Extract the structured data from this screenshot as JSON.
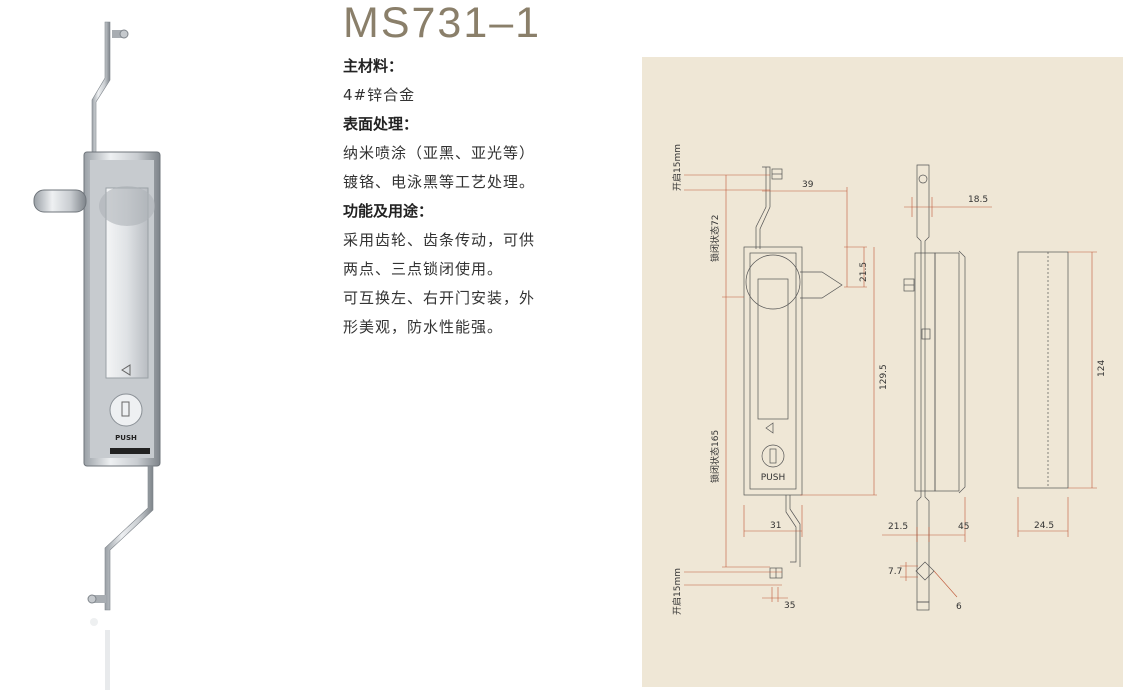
{
  "title": "MS731–1",
  "spec": {
    "material_heading": "主材料：",
    "material_value": "4#锌合金",
    "surface_heading": "表面处理：",
    "surface_line1": "纳米喷涂（亚黑、亚光等）",
    "surface_line2": "镀铬、电泳黑等工艺处理。",
    "function_heading": "功能及用途：",
    "function_line1": "采用齿轮、齿条传动，可供",
    "function_line2": "两点、三点锁闭使用。",
    "function_line3": "可互换左、右开门安装，外",
    "function_line4": "形美观，防水性能强。"
  },
  "photo": {
    "push_label": "PUSH"
  },
  "drawing": {
    "push_label": "PUSH",
    "label_open_top": "开启15mm",
    "label_open_bottom": "开启15mm",
    "label_locked_72": "锁闭状态72",
    "label_locked_165": "锁闭状态165",
    "dim_39": "39",
    "dim_21_5_top": "21.5",
    "dim_129_5": "129.5",
    "dim_31": "31",
    "dim_35": "35",
    "dim_18_5": "18.5",
    "dim_21_5_bottom": "21.5",
    "dim_45": "45",
    "dim_7_7": "7.7",
    "dim_6": "6",
    "dim_124": "124",
    "dim_24_5": "24.5"
  }
}
